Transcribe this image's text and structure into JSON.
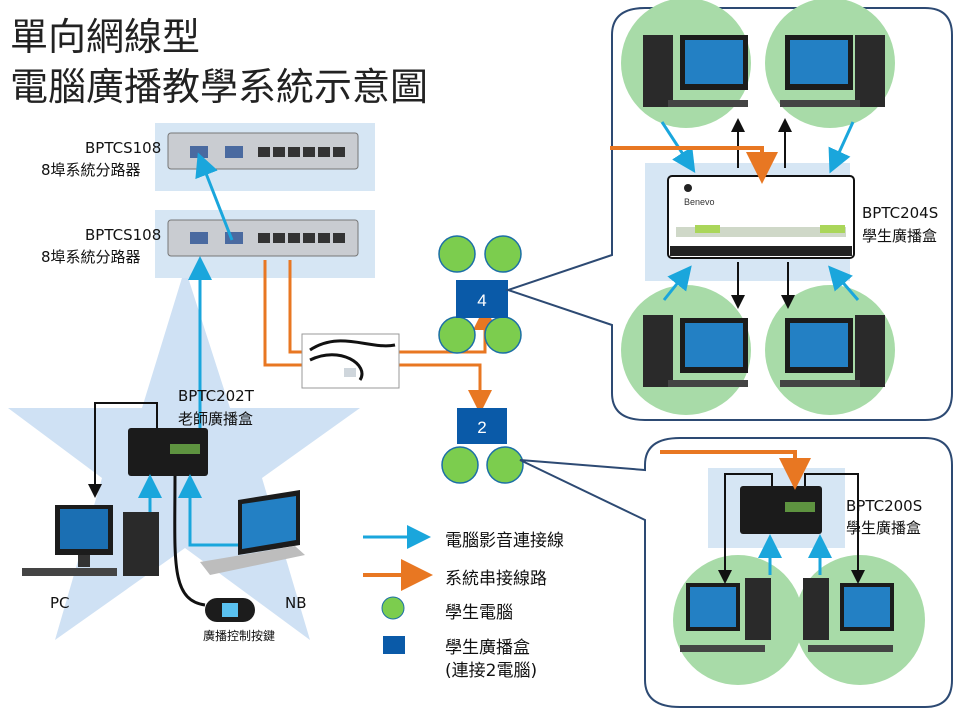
{
  "title": {
    "line1": "單向網線型",
    "line2": "電腦廣播教學系統示意圖"
  },
  "devices": {
    "splitter_top": {
      "model": "BPTCS108",
      "desc": "8埠系統分路器"
    },
    "splitter_bottom": {
      "model": "BPTCS108",
      "desc": "8埠系統分路器"
    },
    "teacher_box": {
      "model": "BPTC202T",
      "desc": "老師廣播盒"
    },
    "student_box_4": {
      "model": "BPTC204S",
      "desc": "學生廣播盒",
      "brand": "Benevo"
    },
    "student_box_2": {
      "model": "BPTC200S",
      "desc": "學生廣播盒"
    },
    "pc_label": "PC",
    "nb_label": "NB",
    "remote_label": "廣播控制按鍵"
  },
  "nodes": {
    "box4": "4",
    "box2": "2"
  },
  "legend": {
    "av_line": "電腦影音連接線",
    "sys_line": "系統串接線路",
    "student_pc": "學生電腦",
    "student_box": "學生廣播盒",
    "student_box_note": "(連接2電腦)"
  },
  "colors": {
    "av": "#1aa6dc",
    "sys": "#e87722",
    "circle": "#a8dba8",
    "green_node": "#7ccd4e",
    "box": "#0a5aa8",
    "panel": "#d6e6f4"
  }
}
